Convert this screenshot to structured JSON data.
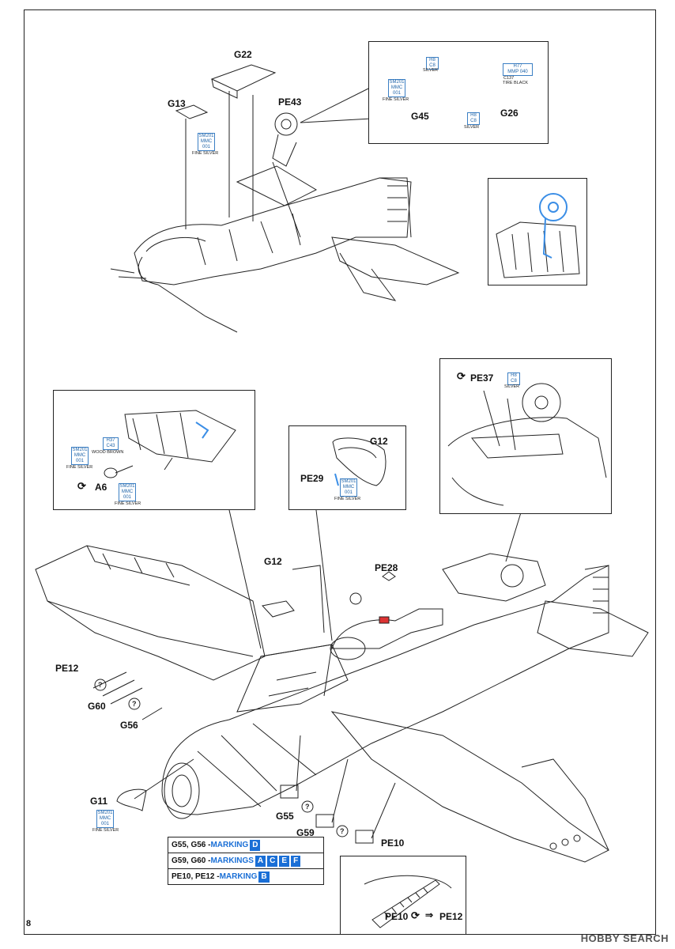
{
  "page_number": "8",
  "watermark": "HOBBY SEARCH",
  "top_labels": {
    "g22": "G22",
    "g13": "G13",
    "pe43": "PE43",
    "g45": "G45",
    "g26": "G26"
  },
  "top_colors": {
    "sm201": {
      "code": "SM201",
      "code2": "MMC",
      "code3": "001",
      "name": "FINE SILVER"
    },
    "h8a": {
      "code": "H8",
      "code2": "C8",
      "name": "SILVER"
    },
    "sm201b": {
      "code": "SM201",
      "code2": "MMC",
      "code3": "001",
      "name": "FINE SILVER"
    },
    "h8b": {
      "code": "H8",
      "code2": "C8",
      "name": "SILVER"
    },
    "h77": {
      "code": "H77",
      "code2": "C137",
      "code3": "MMP 040",
      "name": "TIRE BLACK"
    }
  },
  "inset_left": {
    "h37": {
      "code": "H37",
      "code2": "C43",
      "name": "WOOD BROWN"
    },
    "sm201a": {
      "code": "SM201",
      "code2": "MMC",
      "code3": "001",
      "name": "FINE SILVER"
    },
    "sm201b": {
      "code": "SM201",
      "code2": "MMC",
      "code3": "001",
      "name": "FINE SILVER"
    },
    "a6": "A6"
  },
  "inset_mid": {
    "g12": "G12",
    "pe29": "PE29",
    "sm201": {
      "code": "SM201",
      "code2": "MMC",
      "code3": "001",
      "name": "FINE SILVER"
    }
  },
  "inset_right": {
    "pe37": "PE37",
    "h8": {
      "code": "H8",
      "code2": "C8",
      "name": "SILVER"
    }
  },
  "main_labels": {
    "g12": "G12",
    "pe28": "PE28",
    "pe12": "PE12",
    "g60": "G60",
    "g56": "G56",
    "g11": "G11",
    "g55": "G55",
    "g59": "G59",
    "pe10": "PE10",
    "g11_color": {
      "code": "SM201",
      "code2": "MMC",
      "code3": "001",
      "name": "FINE SILVER"
    }
  },
  "markings_table": {
    "row1": {
      "parts": "G55, G56 - ",
      "label": "MARKING",
      "badges": [
        "D"
      ]
    },
    "row2": {
      "parts": "G59, G60 - ",
      "label": "MARKINGS",
      "badges": [
        "A",
        "C",
        "E",
        "F"
      ]
    },
    "row3": {
      "parts": "PE10, PE12 - ",
      "label": "MARKING",
      "badges": [
        "B"
      ]
    }
  },
  "bottom_inset": {
    "pe10": "PE10",
    "pe12": "PE12"
  },
  "colors": {
    "accent_blue": "#1a6fd6",
    "callout_blue": "#3b7fc4",
    "line": "#222222"
  }
}
